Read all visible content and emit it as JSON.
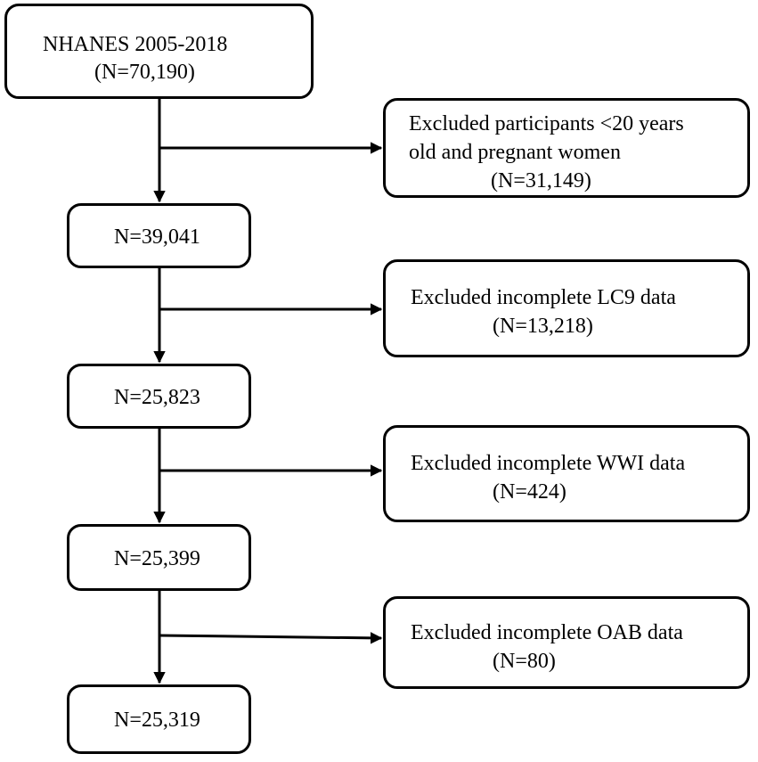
{
  "flowchart": {
    "main_steps": [
      {
        "line1": "NHANES 2005-2018",
        "line2": "(N=70,190)"
      },
      {
        "label": "N=39,041"
      },
      {
        "label": "N=25,823"
      },
      {
        "label": "N=25,399"
      },
      {
        "label": "N=25,319"
      }
    ],
    "exclusions": [
      {
        "line1": "Excluded participants <20 years",
        "line2": "old and pregnant women",
        "line3": "(N=31,149)"
      },
      {
        "line1": "Excluded incomplete LC9 data",
        "line2": "(N=13,218)"
      },
      {
        "line1": "Excluded incomplete WWI data",
        "line2": "(N=424)"
      },
      {
        "line1": "Excluded incomplete OAB data",
        "line2": "(N=80)"
      }
    ]
  }
}
